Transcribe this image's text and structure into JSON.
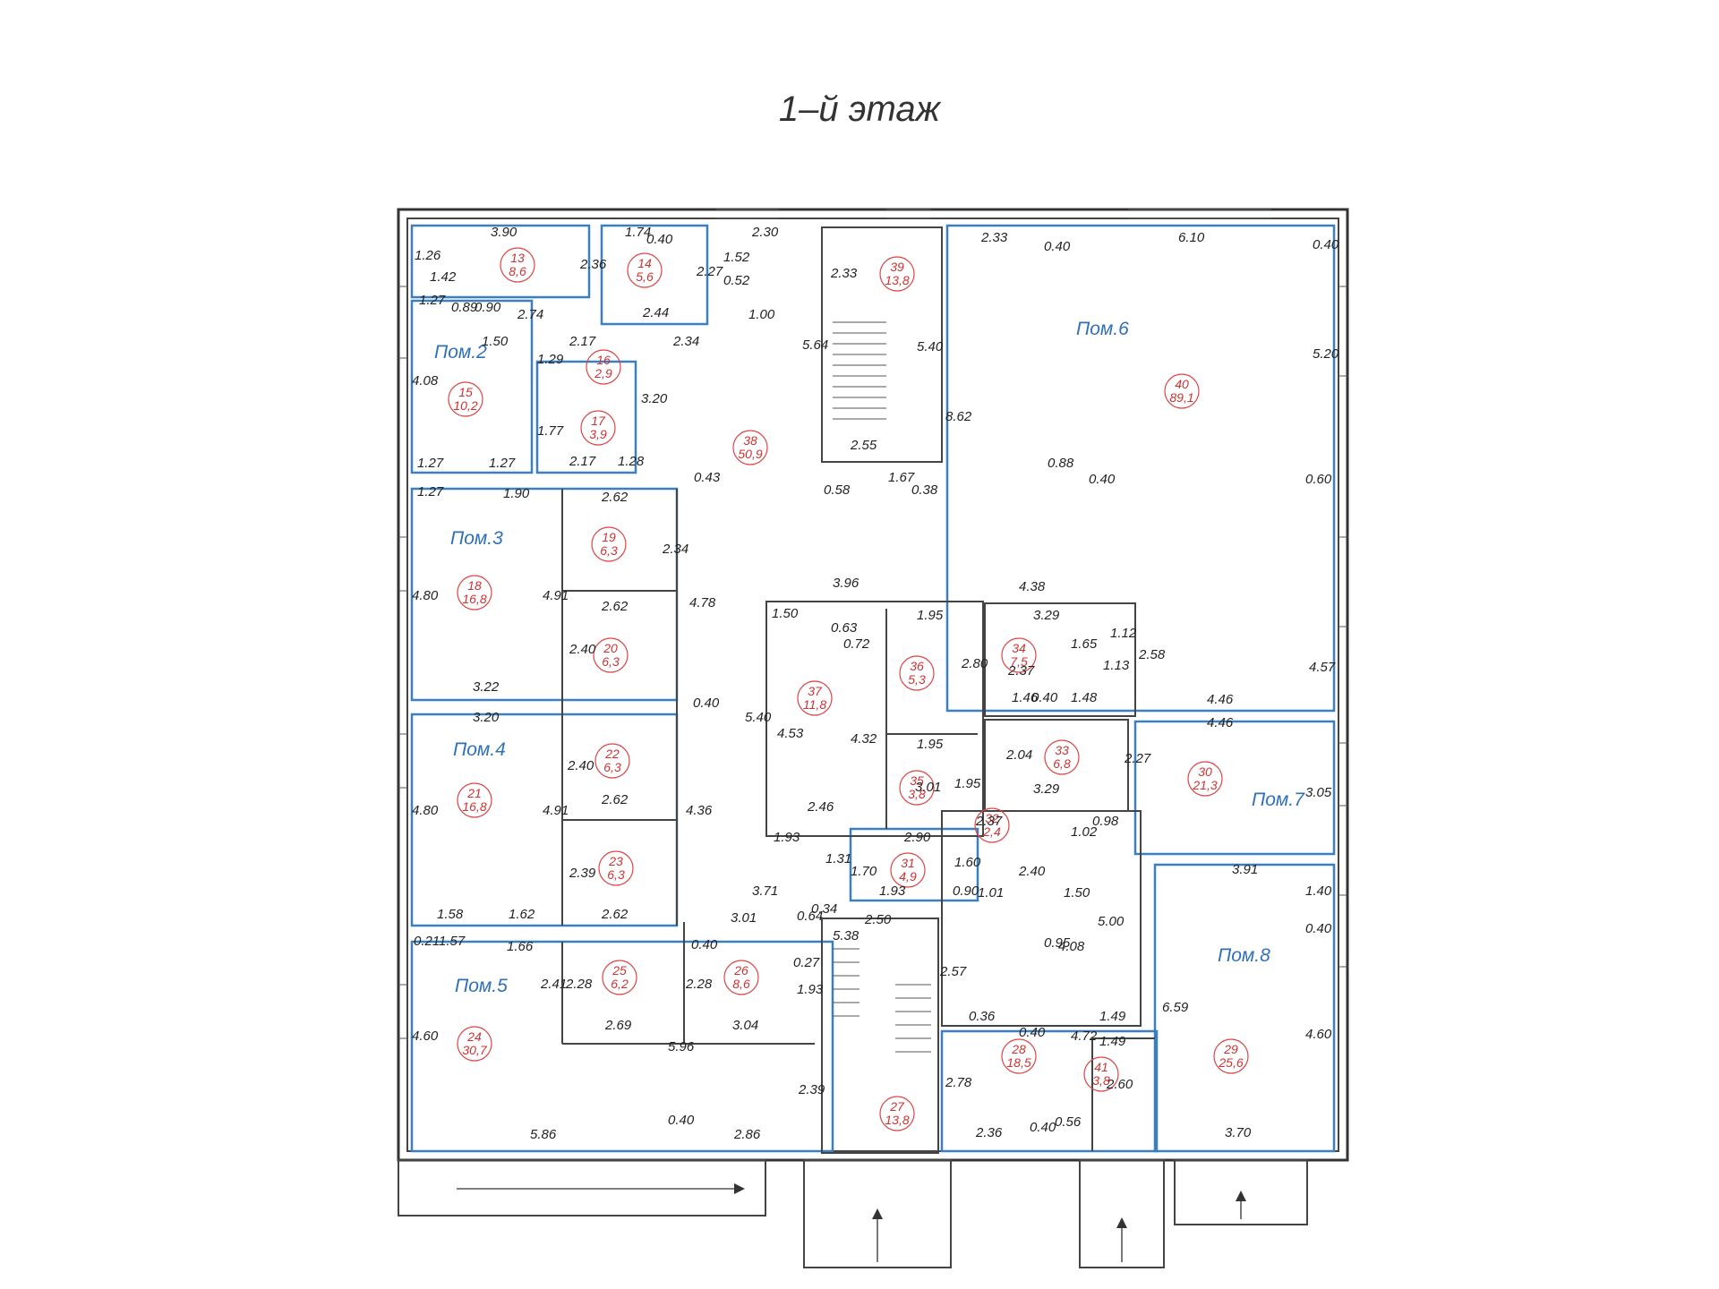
{
  "title": "1–й этаж",
  "zones": [
    {
      "label": "Пом.2"
    },
    {
      "label": "Пом.3"
    },
    {
      "label": "Пом.4"
    },
    {
      "label": "Пом.5"
    },
    {
      "label": "Пом.6"
    },
    {
      "label": "Пом.7"
    },
    {
      "label": "Пом.8"
    }
  ],
  "rooms": [
    {
      "num": "13",
      "area": "8,6"
    },
    {
      "num": "14",
      "area": "5,6"
    },
    {
      "num": "15",
      "area": "10,2"
    },
    {
      "num": "16",
      "area": "2,9"
    },
    {
      "num": "17",
      "area": "3,9"
    },
    {
      "num": "18",
      "area": "16,8"
    },
    {
      "num": "19",
      "area": "6,3"
    },
    {
      "num": "20",
      "area": "6,3"
    },
    {
      "num": "21",
      "area": "16,8"
    },
    {
      "num": "22",
      "area": "6,3"
    },
    {
      "num": "23",
      "area": "6,3"
    },
    {
      "num": "24",
      "area": "30,7"
    },
    {
      "num": "25",
      "area": "6,2"
    },
    {
      "num": "26",
      "area": "8,6"
    },
    {
      "num": "27",
      "area": "13,8"
    },
    {
      "num": "28",
      "area": "18,5"
    },
    {
      "num": "29",
      "area": "25,6"
    },
    {
      "num": "30",
      "area": "21,3"
    },
    {
      "num": "31",
      "area": "4,9"
    },
    {
      "num": "32",
      "area": "2,4"
    },
    {
      "num": "33",
      "area": "6,8"
    },
    {
      "num": "34",
      "area": "7,5"
    },
    {
      "num": "35",
      "area": "3,8"
    },
    {
      "num": "36",
      "area": "5,3"
    },
    {
      "num": "37",
      "area": "11,8"
    },
    {
      "num": "38",
      "area": "50,9"
    },
    {
      "num": "39",
      "area": "13,8"
    },
    {
      "num": "40",
      "area": "89,1"
    },
    {
      "num": "41",
      "area": "3,8"
    }
  ],
  "dims": [
    "3.90",
    "1.26",
    "1.42",
    "2.36",
    "1.27",
    "0.89",
    "0.90",
    "2.74",
    "1.74",
    "0.40",
    "2.27",
    "1.52",
    "0.52",
    "2.44",
    "2.34",
    "2.30",
    "1.00",
    "2.33",
    "5.64",
    "5.40",
    "2.55",
    "1.67",
    "0.58",
    "0.38",
    "2.33",
    "0.40",
    "6.10",
    "0.40",
    "5.20",
    "8.62",
    "0.88",
    "0.40",
    "0.60",
    "1.50",
    "2.17",
    "1.29",
    "4.08",
    "3.20",
    "1.77",
    "2.17",
    "1.27",
    "1.27",
    "1.28",
    "0.43",
    "1.27",
    "1.90",
    "2.62",
    "2.34",
    "4.80",
    "4.91",
    "2.62",
    "4.78",
    "2.40",
    "3.22",
    "3.20",
    "0.40",
    "2.40",
    "4.80",
    "4.91",
    "2.62",
    "4.36",
    "2.39",
    "1.58",
    "1.62",
    "2.62",
    "3.96",
    "1.50",
    "0.63",
    "0.72",
    "1.95",
    "2.80",
    "4.53",
    "4.32",
    "5.40",
    "1.95",
    "1.95",
    "2.46",
    "1.93",
    "3.01",
    "4.38",
    "3.29",
    "1.12",
    "1.65",
    "2.37",
    "2.58",
    "1.13",
    "1.46",
    "0.40",
    "1.48",
    "2.04",
    "3.29",
    "2.27",
    "4.46",
    "4.46",
    "4.57",
    "3.05",
    "2.37",
    "1.02",
    "0.98",
    "2.90",
    "1.70",
    "1.31",
    "1.60",
    "1.93",
    "0.90",
    "1.01",
    "2.40",
    "1.50",
    "5.00",
    "4.08",
    "0.95",
    "3.91",
    "1.40",
    "0.40",
    "3.71",
    "0.34",
    "0.64",
    "3.01",
    "0.40",
    "0.21",
    "1.57",
    "1.66",
    "2.41",
    "2.28",
    "2.28",
    "0.27",
    "1.93",
    "2.69",
    "3.04",
    "5.96",
    "4.60",
    "5.38",
    "2.50",
    "2.57",
    "0.36",
    "0.40",
    "4.72",
    "1.49",
    "1.49",
    "6.59",
    "4.60",
    "2.78",
    "2.60",
    "2.39",
    "5.86",
    "0.40",
    "2.86",
    "2.36",
    "0.40",
    "0.56",
    "3.70"
  ]
}
